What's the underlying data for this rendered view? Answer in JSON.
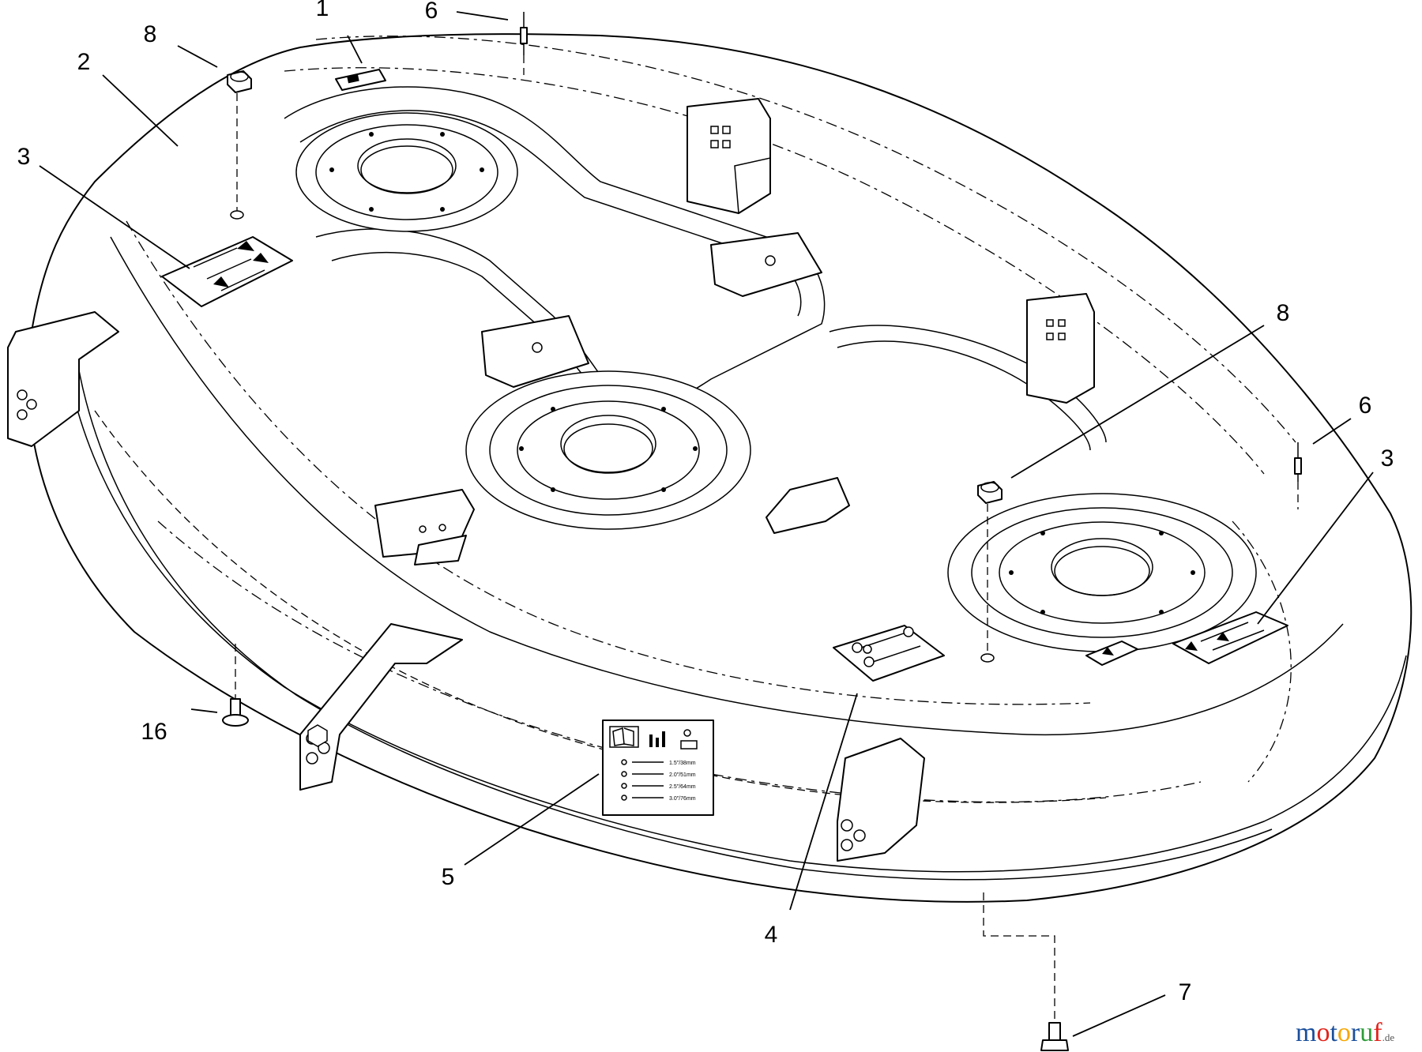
{
  "callouts": [
    {
      "id": "c1",
      "label": "1"
    },
    {
      "id": "c2",
      "label": "2"
    },
    {
      "id": "c3a",
      "label": "3"
    },
    {
      "id": "c3b",
      "label": "3"
    },
    {
      "id": "c4",
      "label": "4"
    },
    {
      "id": "c5",
      "label": "5"
    },
    {
      "id": "c6a",
      "label": "6"
    },
    {
      "id": "c6b",
      "label": "6"
    },
    {
      "id": "c7",
      "label": "7"
    },
    {
      "id": "c8a",
      "label": "8"
    },
    {
      "id": "c8b",
      "label": "8"
    },
    {
      "id": "c16",
      "label": "16"
    }
  ],
  "decal5": {
    "lines": [
      "1.5\"/38mm",
      "2.0\"/51mm",
      "2.5\"/64mm",
      "3.0\"/76mm"
    ]
  },
  "watermark": {
    "brand": "motoruf",
    "suffix": ".de",
    "colors": [
      "#1a4f9c",
      "#e2231a",
      "#1a4f9c",
      "#f7a600",
      "#1a4f9c",
      "#2e9c3a",
      "#e2231a"
    ]
  }
}
